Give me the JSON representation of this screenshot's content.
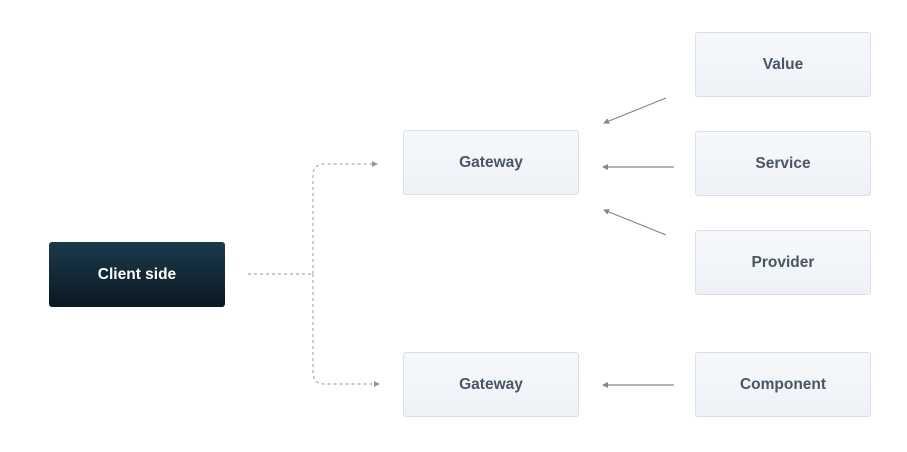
{
  "nodes": {
    "client": "Client side",
    "gateway_top": "Gateway",
    "gateway_bottom": "Gateway",
    "value": "Value",
    "service": "Service",
    "provider": "Provider",
    "component": "Component"
  },
  "colors": {
    "client_bg": "#0f2736",
    "box_bg": "#f2f5f9",
    "box_border": "#d8dfe8",
    "box_text": "#4a5663",
    "dashed_line": "#a6aeb7",
    "arrow_line": "#7d8a96"
  }
}
